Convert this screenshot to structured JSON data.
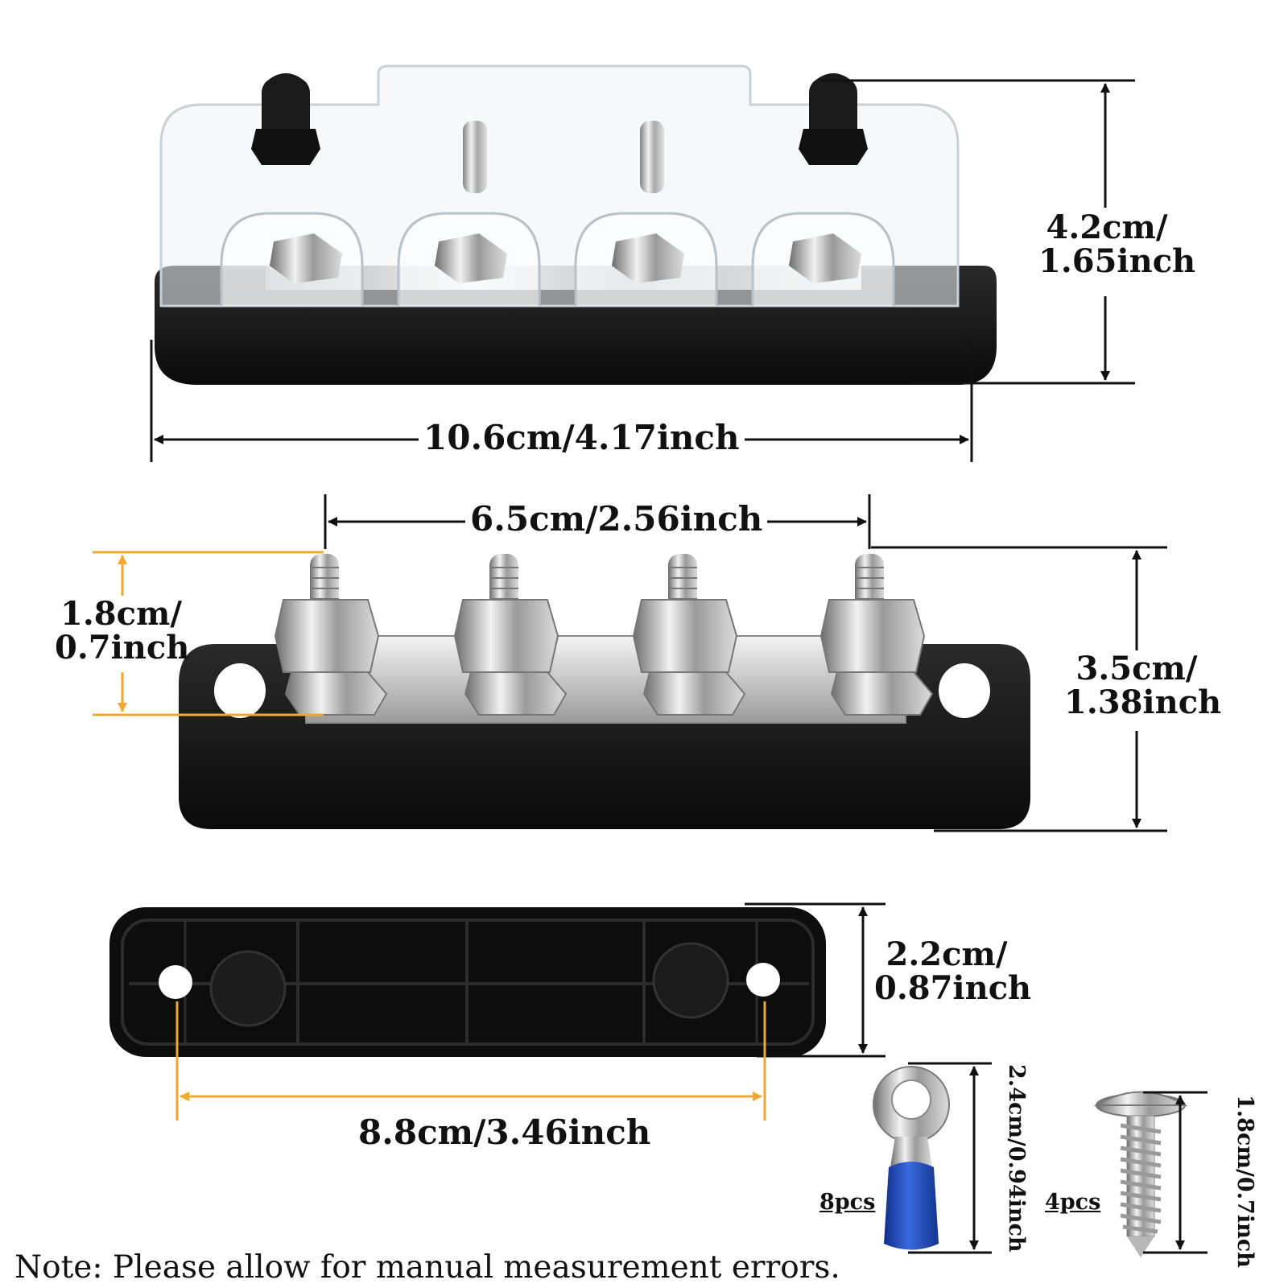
{
  "dimensions": {
    "top_height_cm": "4.2cm/",
    "top_height_in": "1.65inch",
    "top_length": "10.6cm/4.17inch",
    "stud_spacing": "6.5cm/2.56inch",
    "stud_height_cm": "1.8cm/",
    "stud_height_in": "0.7inch",
    "base_height_cm": "3.5cm/",
    "base_height_in": "1.38inch",
    "bottom_width_cm": "2.2cm/",
    "bottom_width_in": "0.87inch",
    "mount_hole_spacing": "8.8cm/3.46inch",
    "terminal_length": "2.4cm/0.94inch",
    "screw_length": "1.8cm/0.7inch"
  },
  "accessories": {
    "terminal_qty": "8pcs",
    "screw_qty": "4pcs"
  },
  "note": "Note: Please allow for manual measurement errors.",
  "colors": {
    "dimension_line": "#111111",
    "accent_dimension": "#f0a830",
    "base_black": "#141414",
    "terminal_blue": "#1e46b4"
  }
}
